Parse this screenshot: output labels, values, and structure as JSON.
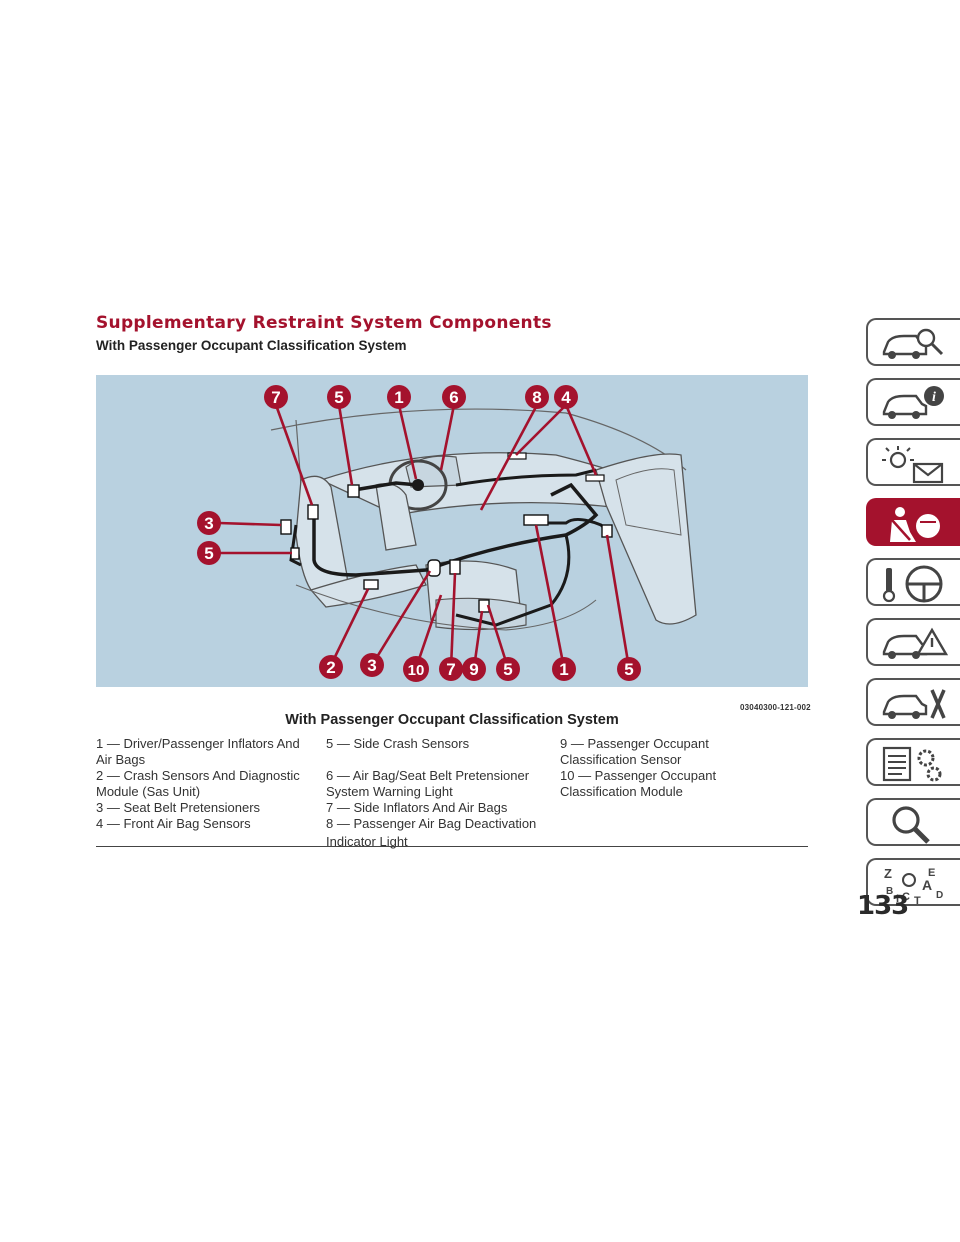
{
  "section_title": "Supplementary Restraint System Components",
  "subtitle": "With Passenger Occupant Classification System",
  "figure": {
    "code": "03040300-121-002",
    "caption": "With Passenger Occupant Classification System",
    "callouts": [
      "7",
      "5",
      "1",
      "6",
      "8",
      "4",
      "3",
      "5",
      "2",
      "3",
      "10",
      "7",
      "9",
      "5",
      "1",
      "5"
    ],
    "colors": {
      "background": "#b9d1e0",
      "callout_badge": "#a4122d",
      "harness": "#1a1a1a"
    }
  },
  "legend": {
    "col1": [
      "1 — Driver/Passenger Inflators And",
      "Air Bags",
      "2 — Crash Sensors And Diagnostic",
      "Module (Sas Unit)",
      "3 — Seat Belt Pretensioners",
      "4 — Front Air Bag Sensors"
    ],
    "col2": [
      "5 — Side Crash Sensors",
      "",
      "6 — Air Bag/Seat Belt Pretensioner",
      "System Warning Light",
      "7 — Side Inflators And Air Bags",
      "8 — Passenger Air Bag Deactivation",
      "Indicator Light"
    ],
    "col3": [
      "9 — Passenger Occupant",
      "Classification Sensor",
      "10 — Passenger Occupant",
      "Classification Module"
    ]
  },
  "sidebar": {
    "active_index": 3,
    "tabs": [
      {
        "icon": "car-search-icon"
      },
      {
        "icon": "car-info-icon"
      },
      {
        "icon": "warning-lights-icon"
      },
      {
        "icon": "airbag-seatbelt-icon"
      },
      {
        "icon": "steering-wheel-icon"
      },
      {
        "icon": "car-hazard-icon"
      },
      {
        "icon": "car-tools-icon"
      },
      {
        "icon": "specifications-gear-icon"
      },
      {
        "icon": "magnifier-icon"
      },
      {
        "icon": "index-az-icon"
      }
    ]
  },
  "page_number": "133",
  "accent_color": "#a4122d"
}
